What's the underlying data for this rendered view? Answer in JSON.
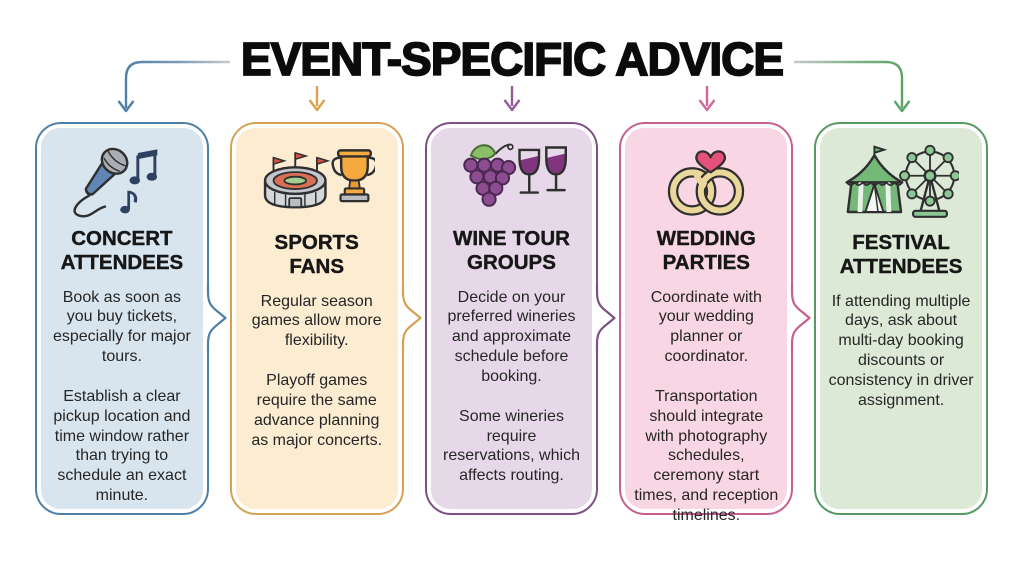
{
  "title": "EVENT-SPECIFIC ADVICE",
  "background": "#ffffff",
  "connectors": {
    "left_elbow_color": "#4e7fa8",
    "right_elbow_color": "#5aa465",
    "drop_arrow_colors": [
      "#dda24e",
      "#915c96",
      "#d4679a"
    ]
  },
  "cards": [
    {
      "heading": "CONCERT ATTENDEES",
      "icon": "microphone-and-music-notes",
      "para1": "Book as soon as you buy tickets, especially for major tours.",
      "para2": "Establish a clear pickup location and time window rather than trying to schedule an exact minute.",
      "border_color": "#4e7fa8",
      "fill_color": "#d8e5ef"
    },
    {
      "heading": "SPORTS FANS",
      "icon": "stadium-and-trophy",
      "para1": "Regular season games allow more flexibility.",
      "para2": "Playoff games require the same advance planning as major concerts.",
      "border_color": "#d5a155",
      "fill_color": "#fbecd2"
    },
    {
      "heading": "WINE TOUR GROUPS",
      "icon": "grapes-and-wine-glasses",
      "para1": "Decide on your preferred wineries and approximate schedule before booking.",
      "para2": "Some wineries require reservations, which affects routing.",
      "border_color": "#7d5183",
      "fill_color": "#e7d8e9"
    },
    {
      "heading": "WEDDING PARTIES",
      "icon": "wedding-rings-and-heart",
      "para1": "Coordinate with your wedding planner or coordinator.",
      "para2": "Transportation should integrate with photography schedules, ceremony start times, and reception timelines.",
      "border_color": "#c5618f",
      "fill_color": "#f8d6e3"
    },
    {
      "heading": "FESTIVAL ATTENDEES",
      "icon": "circus-tent-and-ferris-wheel",
      "para1": "If attending multiple days, ask about multi-day booking discounts or consistency in driver assignment.",
      "para2": "",
      "border_color": "#569a61",
      "fill_color": "#dbe9d6"
    }
  ]
}
